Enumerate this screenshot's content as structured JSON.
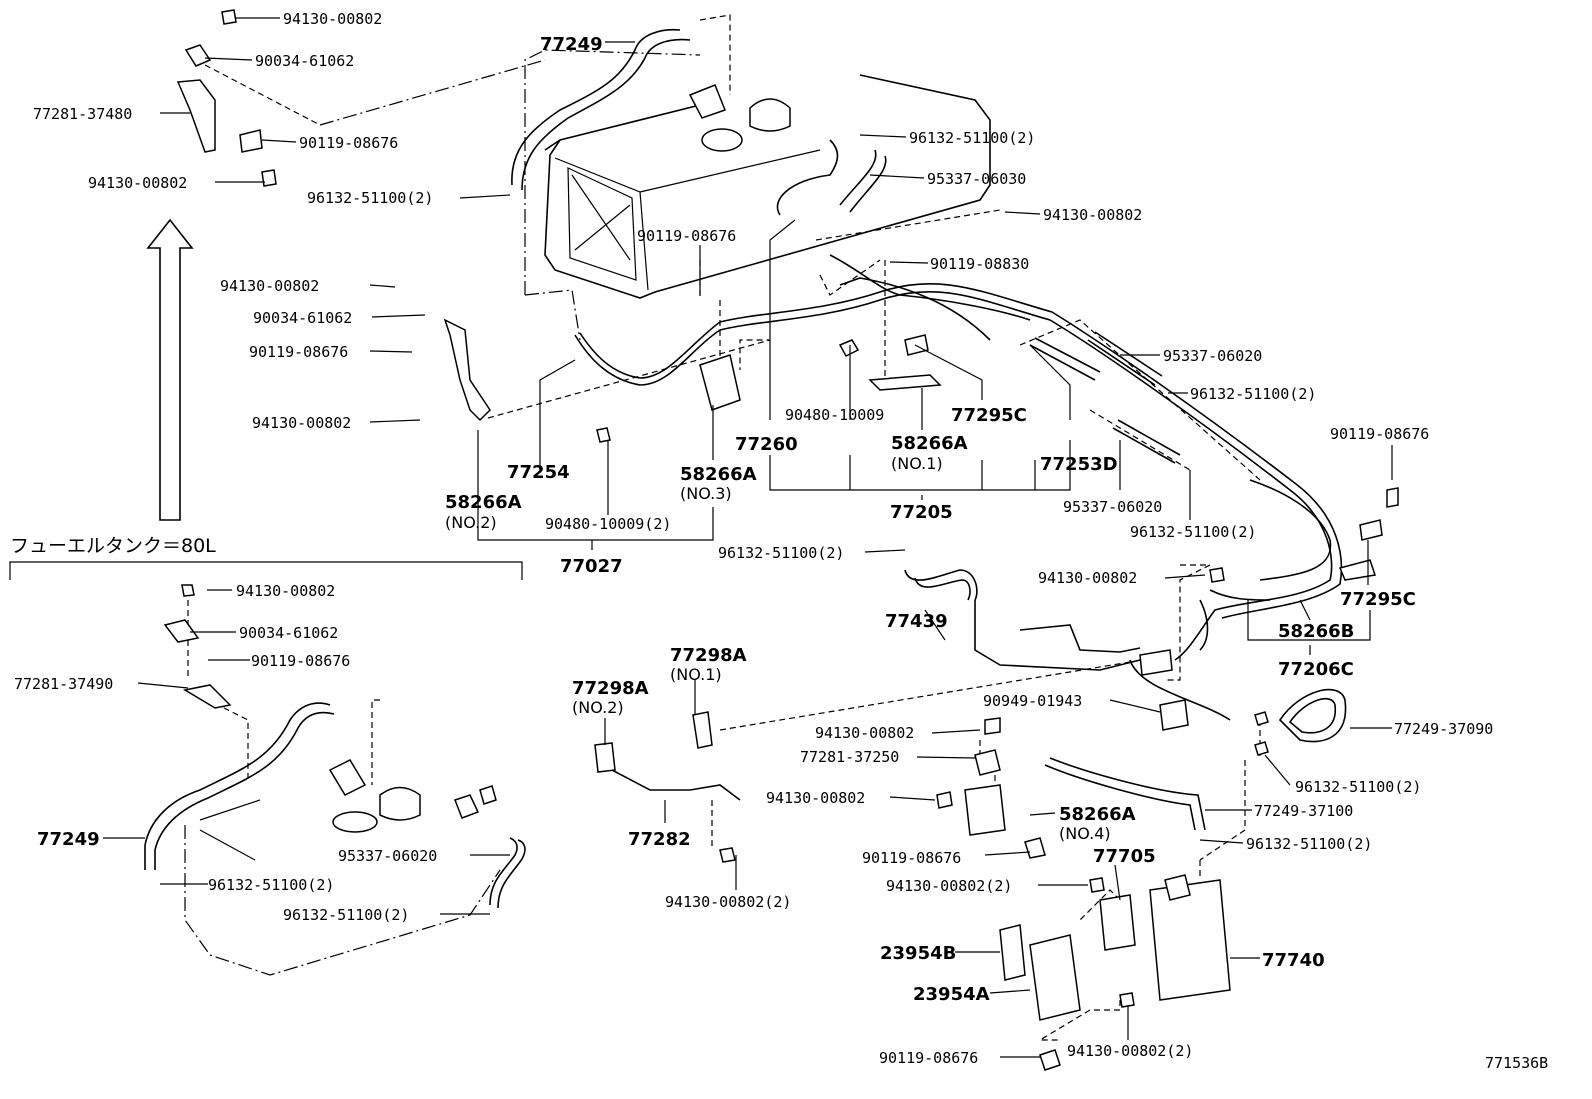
{
  "figure_code": "771536B",
  "subassembly_title": "フューエルタンク＝80L",
  "parts": {
    "p94130_00802": "94130-00802",
    "p90034_61062": "90034-61062",
    "p77281_37480": "77281-37480",
    "p90119_08676": "90119-08676",
    "p96132_51100_2": "96132-51100(2)",
    "p77249": "77249",
    "p95337_06030": "95337-06030",
    "p90119_08830": "90119-08830",
    "p95337_06020": "95337-06020",
    "p90480_10009": "90480-10009",
    "p90480_10009_2": "90480-10009(2)",
    "p77295C": "77295C",
    "p58266A": "58266A",
    "p77260": "77260",
    "p77253D": "77253D",
    "p77254": "77254",
    "p77205": "77205",
    "p77027": "77027",
    "p77439": "77439",
    "p58266B": "58266B",
    "p77206C": "77206C",
    "p77298A": "77298A",
    "p77282": "77282",
    "p94130_00802_2": "94130-00802(2)",
    "p90949_01943": "90949-01943",
    "p77281_37250": "77281-37250",
    "p77249_37090": "77249-37090",
    "p77249_37100": "77249-37100",
    "p77705": "77705",
    "p77740": "77740",
    "p23954B": "23954B",
    "p23954A": "23954A",
    "p77281_37490": "77281-37490"
  },
  "subs": {
    "no1": "(NO.1)",
    "no2": "(NO.2)",
    "no3": "(NO.3)",
    "no4": "(NO.4)"
  }
}
